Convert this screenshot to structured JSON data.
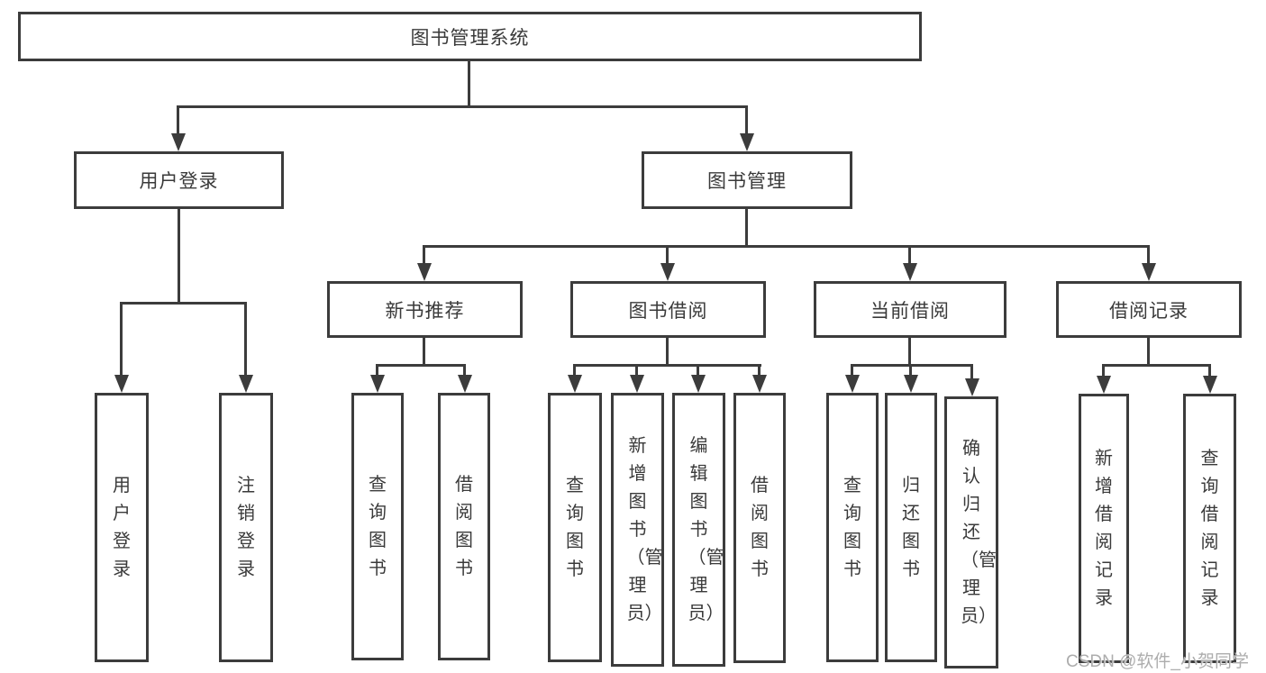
{
  "diagram": {
    "root": {
      "label": "图书管理系统"
    },
    "branches": [
      {
        "label": "用户登录",
        "children": [
          {
            "label": "用户登录"
          },
          {
            "label": "注销登录"
          }
        ]
      },
      {
        "label": "图书管理",
        "children": [
          {
            "label": "新书推荐",
            "children": [
              {
                "label": "查询图书"
              },
              {
                "label": "借阅图书"
              }
            ]
          },
          {
            "label": "图书借阅",
            "children": [
              {
                "label": "查询图书"
              },
              {
                "label": "新增图书（管理员）"
              },
              {
                "label": "编辑图书（管理员）"
              },
              {
                "label": "借阅图书"
              }
            ]
          },
          {
            "label": "当前借阅",
            "children": [
              {
                "label": "查询图书"
              },
              {
                "label": "归还图书"
              },
              {
                "label": "确认归还（管理员）"
              }
            ]
          },
          {
            "label": "借阅记录",
            "children": [
              {
                "label": "新增借阅记录"
              },
              {
                "label": "查询借阅记录"
              }
            ]
          }
        ]
      }
    ],
    "watermark": "CSDN @软件_小贺同学",
    "colors": {
      "line": "#3c3c3c",
      "text": "#3a3a3a",
      "watermark": "#adadad",
      "background": "#ffffff"
    }
  }
}
